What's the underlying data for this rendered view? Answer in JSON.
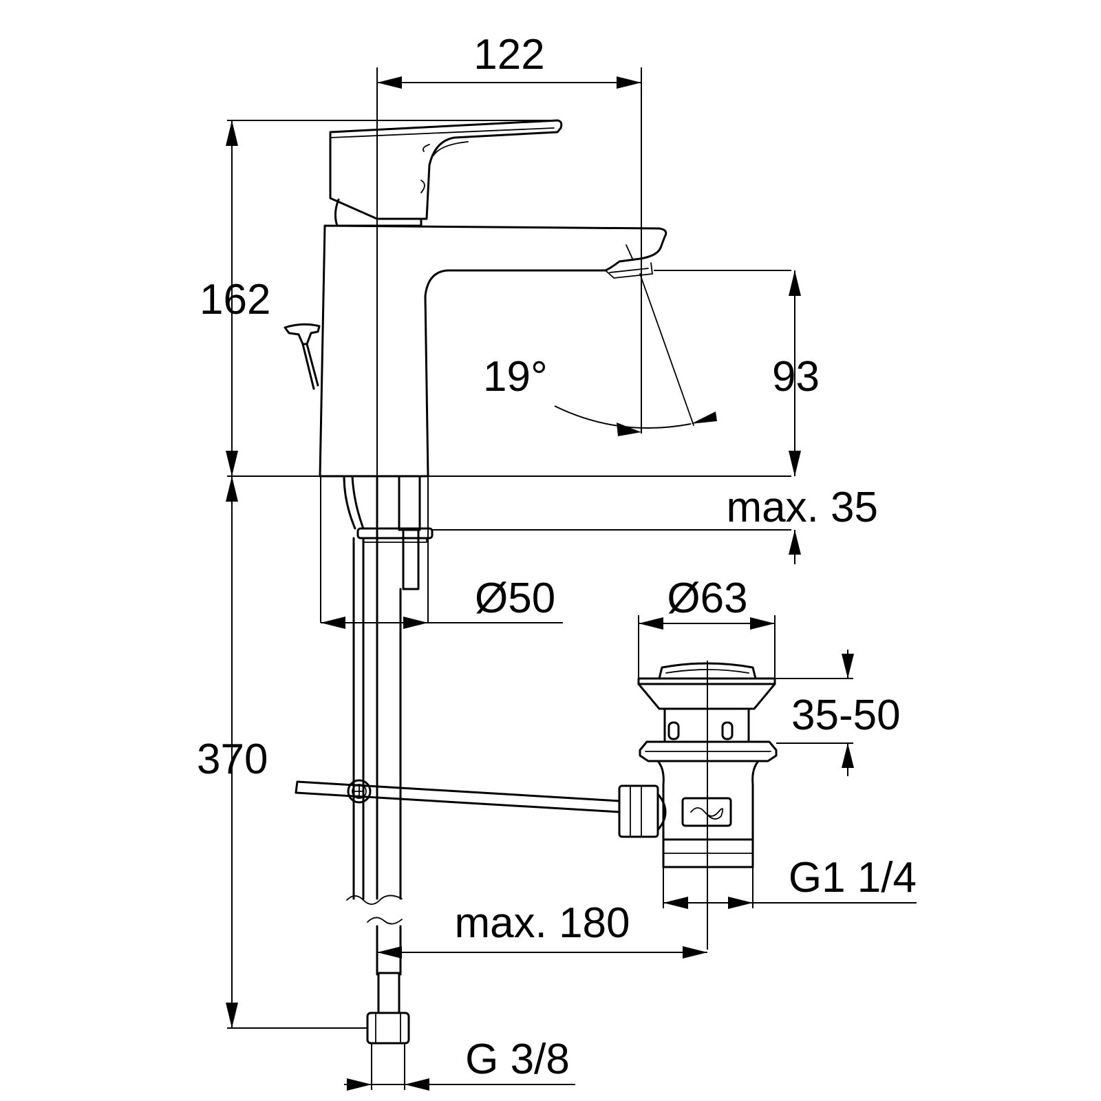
{
  "dimensions": {
    "spout_reach": "122",
    "total_height": "162",
    "spout_height": "93",
    "spout_angle": "19°",
    "max_counter_thickness": "max. 35",
    "body_diameter": "Ø50",
    "waste_diameter": "Ø63",
    "waste_thickness_range": "35-50",
    "waste_thread": "G1 1/4",
    "rod_length": "max. 180",
    "hose_length": "370",
    "connection_thread": "G 3/8"
  },
  "colors": {
    "ink": "#000000",
    "background": "#ffffff"
  }
}
